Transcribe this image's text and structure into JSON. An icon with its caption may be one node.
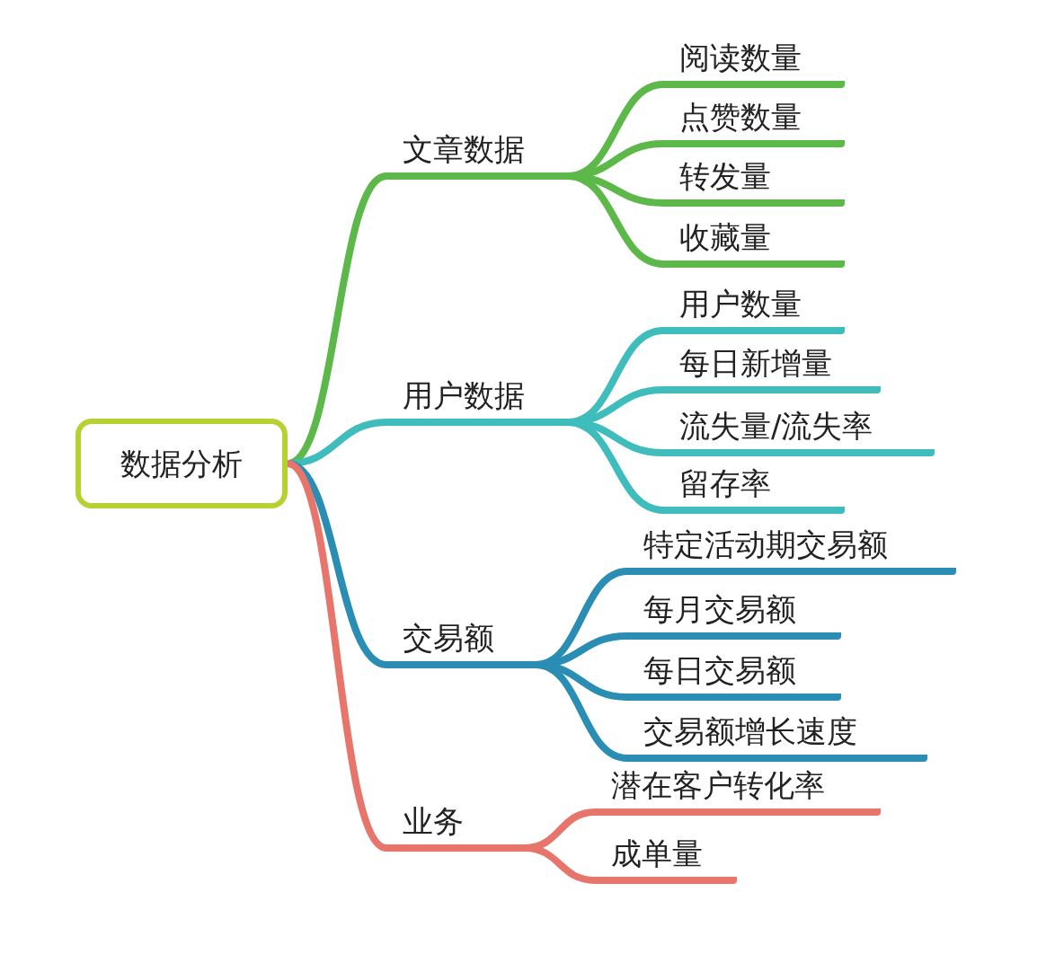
{
  "diagram": {
    "nodes": [
      {
        "text": [
          "数据分析"
        ]
      },
      {
        "text": [
          "文章数据"
        ]
      },
      {
        "text": [
          "阅读数量"
        ]
      },
      {
        "text": [
          "点赞数量"
        ]
      },
      {
        "text": [
          "转发量"
        ]
      },
      {
        "text": [
          "收藏量"
        ]
      },
      {
        "text": [
          "用户数据"
        ]
      },
      {
        "text": [
          "用户数量"
        ]
      },
      {
        "text": [
          "每日新增量"
        ]
      },
      {
        "text": [
          "流失量/流失率"
        ]
      },
      {
        "text": [
          "留存率"
        ]
      },
      {
        "text": [
          "交易额"
        ]
      },
      {
        "text": [
          "特定活动期交易额"
        ]
      },
      {
        "text": [
          "每月交易额"
        ]
      },
      {
        "text": [
          "每日交易额"
        ]
      },
      {
        "text": [
          "交易额增长速度"
        ]
      },
      {
        "text": [
          "业务"
        ]
      },
      {
        "text": [
          "潜在客户转化率"
        ]
      },
      {
        "text": [
          "成单量"
        ]
      }
    ],
    "edges": [
      {
        "from": 0,
        "to": 1,
        "arrow": "none",
        "color": "#5db84a"
      },
      {
        "from": 1,
        "to": 2,
        "arrow": "none",
        "color": "#5db84a"
      },
      {
        "from": 1,
        "to": 3,
        "arrow": "none",
        "color": "#5db84a"
      },
      {
        "from": 1,
        "to": 4,
        "arrow": "none",
        "color": "#5db84a"
      },
      {
        "from": 1,
        "to": 5,
        "arrow": "none",
        "color": "#5db84a"
      },
      {
        "from": 0,
        "to": 6,
        "arrow": "none",
        "color": "#3fbcbc"
      },
      {
        "from": 6,
        "to": 7,
        "arrow": "none",
        "color": "#3fbcbc"
      },
      {
        "from": 6,
        "to": 8,
        "arrow": "none",
        "color": "#3fbcbc"
      },
      {
        "from": 6,
        "to": 9,
        "arrow": "none",
        "color": "#3fbcbc"
      },
      {
        "from": 6,
        "to": 10,
        "arrow": "none",
        "color": "#3fbcbc"
      },
      {
        "from": 0,
        "to": 11,
        "arrow": "none",
        "color": "#2a8db4"
      },
      {
        "from": 11,
        "to": 12,
        "arrow": "none",
        "color": "#2a8db4"
      },
      {
        "from": 11,
        "to": 13,
        "arrow": "none",
        "color": "#2a8db4"
      },
      {
        "from": 11,
        "to": 14,
        "arrow": "none",
        "color": "#2a8db4"
      },
      {
        "from": 11,
        "to": 15,
        "arrow": "none",
        "color": "#2a8db4"
      },
      {
        "from": 0,
        "to": 16,
        "arrow": "none",
        "color": "#e8756b"
      },
      {
        "from": 16,
        "to": 17,
        "arrow": "none",
        "color": "#e8756b"
      },
      {
        "from": 16,
        "to": 18,
        "arrow": "none",
        "color": "#e8756b"
      }
    ]
  }
}
